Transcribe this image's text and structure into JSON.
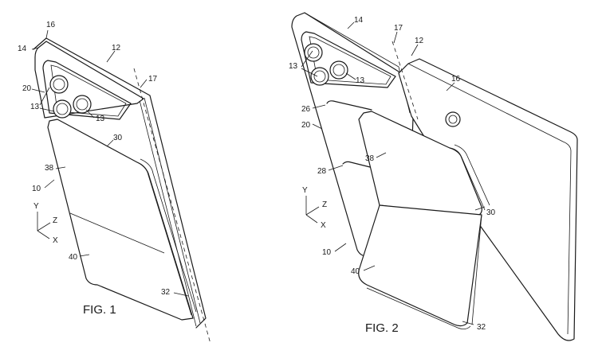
{
  "figures": [
    {
      "caption": "FIG. 1",
      "labels": {
        "l16": "16",
        "l14": "14",
        "l12": "12",
        "l17": "17",
        "l20": "20",
        "l13a": "13",
        "l13b": "13",
        "l30": "30",
        "l38": "38",
        "l10": "10",
        "l40": "40",
        "l32": "32"
      },
      "axes": {
        "y": "Y",
        "z": "Z",
        "x": "X"
      }
    },
    {
      "caption": "FIG. 2",
      "labels": {
        "l14": "14",
        "l17": "17",
        "l12": "12",
        "l13a": "13",
        "l13b": "13",
        "l16": "16",
        "l26": "26",
        "l20": "20",
        "l38": "38",
        "l28": "28",
        "l30": "30",
        "l10": "10",
        "l40": "40",
        "l32": "32"
      },
      "axes": {
        "y": "Y",
        "z": "Z",
        "x": "X"
      }
    }
  ]
}
